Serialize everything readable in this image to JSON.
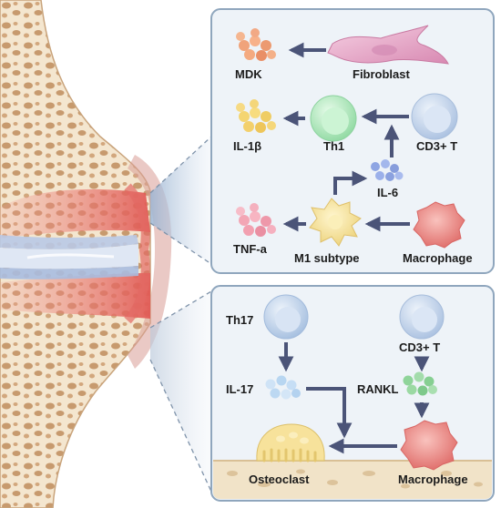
{
  "top_panel": {
    "labels": {
      "mdk": "MDK",
      "fibroblast": "Fibroblast",
      "il1b": "IL-1β",
      "th1": "Th1",
      "cd3t": "CD3+ T",
      "il6": "IL-6",
      "tnfa": "TNF-a",
      "m1_subtype": "M1 subtype",
      "macrophage": "Macrophage"
    }
  },
  "bottom_panel": {
    "labels": {
      "th17": "Th17",
      "cd3t": "CD3+ T",
      "il17": "IL-17",
      "rankl": "RANKL",
      "osteoclast": "Osteoclast",
      "macrophage": "Macrophage"
    }
  },
  "colors": {
    "panel_border": "#8fa6bd",
    "panel_fill": "#eef3f8",
    "arrow": "#4b5478",
    "bone": "#ecd9bd",
    "inflammation": "#e8766f",
    "cartilage": "#b9c9e6",
    "th1_cell": "#b8ecc4",
    "cd3_cell": "#c4d6ee",
    "m1_cell": "#f6e6a4",
    "macrophage_cell": "#ef8f8f",
    "fibroblast_cell": "#e8a6c8",
    "osteoclast_cell": "#f7e29b"
  }
}
